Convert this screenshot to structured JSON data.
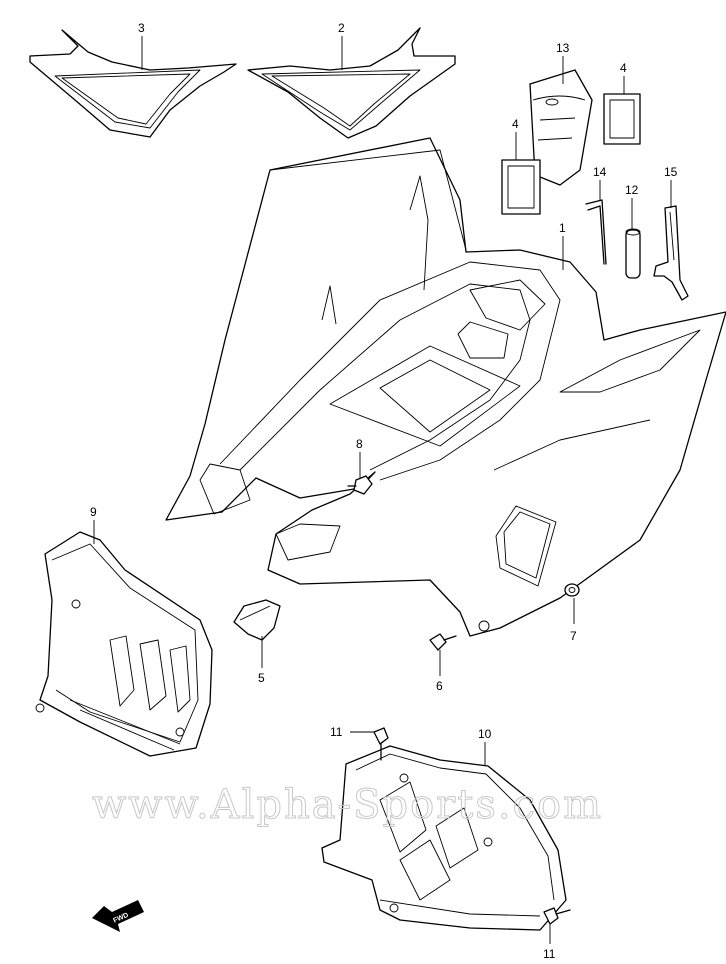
{
  "callouts": {
    "c1": "1",
    "c2": "2",
    "c3": "3",
    "c4a": "4",
    "c4b": "4",
    "c5": "5",
    "c6": "6",
    "c7": "7",
    "c8": "8",
    "c9": "9",
    "c10": "10",
    "c11a": "11",
    "c11b": "11",
    "c12": "12",
    "c13": "13",
    "c14": "14",
    "c15": "15"
  },
  "watermark": "www.Alpha-Sports.com",
  "fwd_label": "FWD"
}
